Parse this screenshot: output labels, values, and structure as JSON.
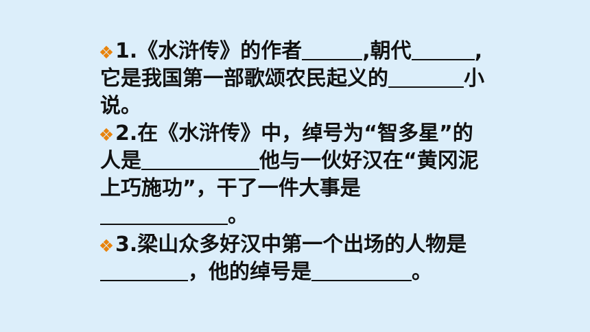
{
  "questions": [
    {
      "bullet_icon": "orange-diamond-bullet",
      "line1_a": "1.《水浒传》的作者",
      "line1_b": ",朝代",
      "line1_c": ",",
      "line2_a": "它是我国第一部歌颂农民起义的",
      "line2_b": "小",
      "line3": "说。"
    },
    {
      "bullet_icon": "orange-diamond-bullet",
      "line1": "2.在《水浒传》中，绰号为“智多星”的",
      "line2_a": "人是",
      "line2_b": "他与一伙好汉在“黄冈泥",
      "line3": "上巧施功”，干了一件大事是",
      "line4": "。"
    },
    {
      "bullet_icon": "orange-diamond-bullet",
      "line1": "3.梁山众多好汉中第一个出场的人物是",
      "line2_a": "，他的绰号是",
      "line2_b": "。"
    }
  ]
}
